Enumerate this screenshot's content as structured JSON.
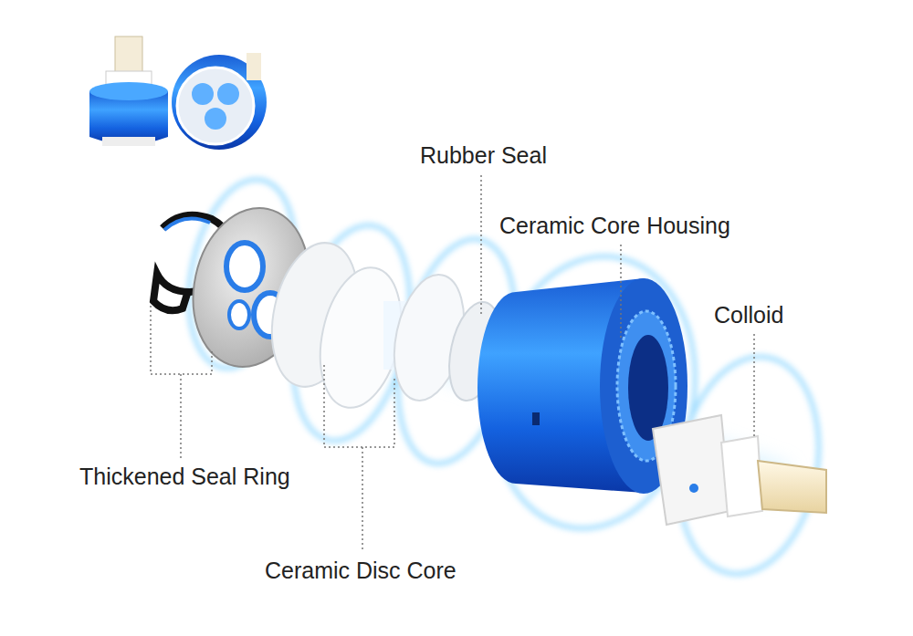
{
  "diagram": {
    "labels": [
      "Rubber Seal",
      "Ceramic Core Housing",
      "Colloid",
      "Thickened Seal Ring",
      "Ceramic Disc Core"
    ]
  }
}
